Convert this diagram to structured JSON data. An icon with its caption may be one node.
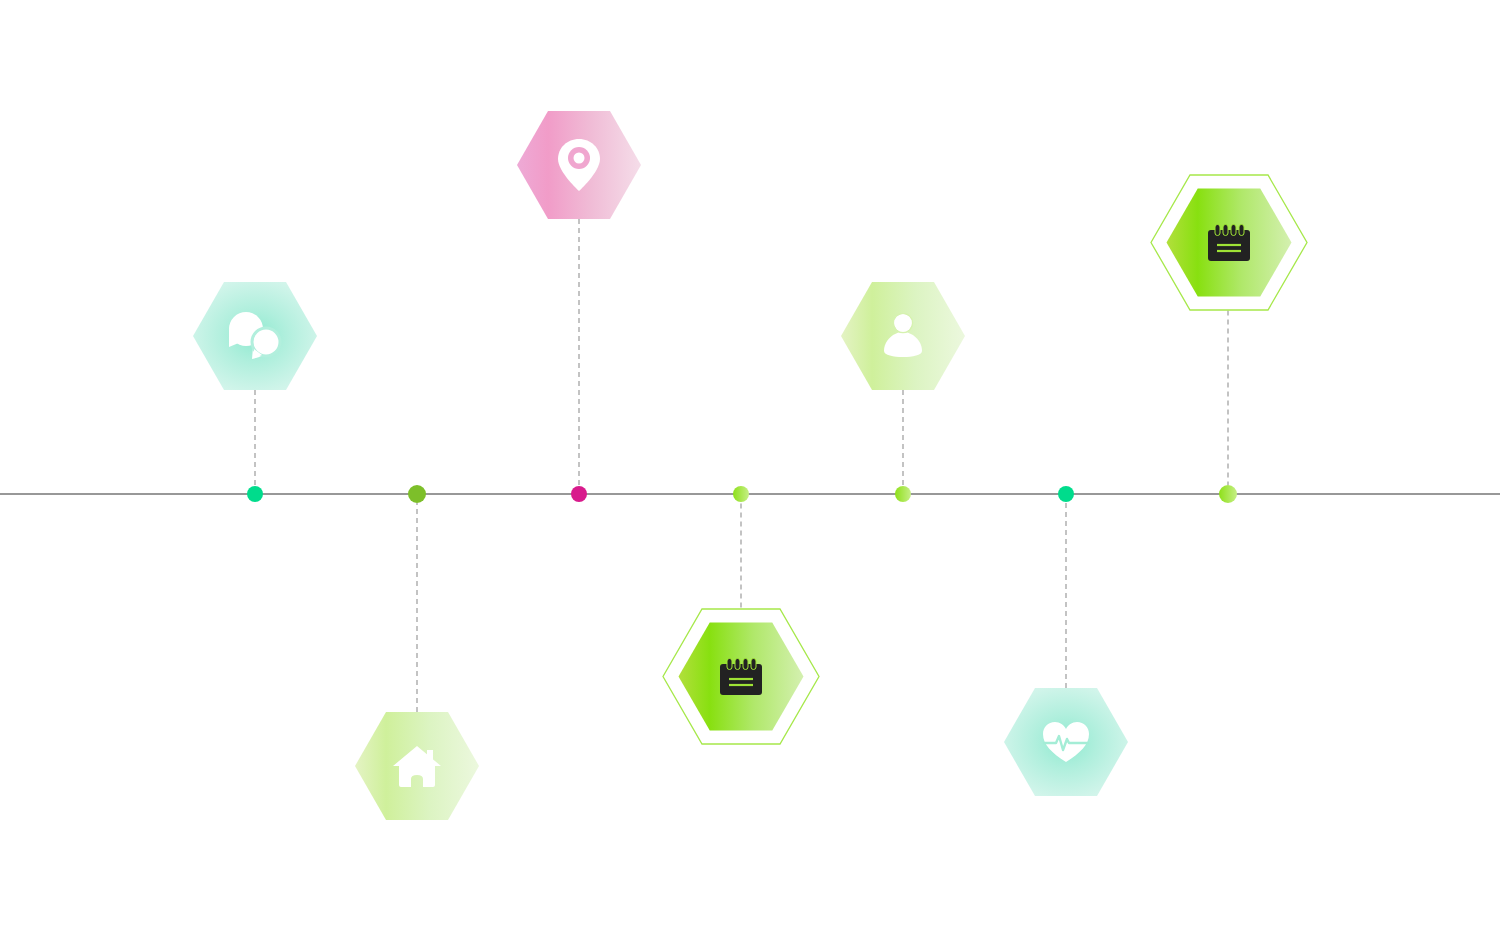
{
  "diagram": {
    "nodes": [
      {
        "text": [],
        "shape": "hexagon"
      },
      {
        "text": [],
        "shape": "circle"
      },
      {
        "text": [],
        "shape": "hexagon"
      },
      {
        "text": [],
        "shape": "circle"
      },
      {
        "text": [],
        "shape": "hexagon"
      },
      {
        "text": [],
        "shape": "circle"
      },
      {
        "text": [],
        "shape": "hexagon"
      },
      {
        "text": [],
        "shape": "circle"
      },
      {
        "text": [],
        "shape": "hexagon"
      },
      {
        "text": [],
        "shape": "circle"
      },
      {
        "text": [],
        "shape": "hexagon"
      },
      {
        "text": [],
        "shape": "circle"
      },
      {
        "text": [],
        "shape": "hexagon"
      },
      {
        "text": [],
        "shape": "circle"
      }
    ],
    "edges": [
      {
        "from": 0,
        "to": 1,
        "arrow": "none",
        "style": "dashed"
      },
      {
        "from": 2,
        "to": 3,
        "arrow": "none",
        "style": "dashed"
      },
      {
        "from": 4,
        "to": 5,
        "arrow": "none",
        "style": "dashed"
      },
      {
        "from": 6,
        "to": 7,
        "arrow": "none",
        "style": "dashed"
      },
      {
        "from": 8,
        "to": 9,
        "arrow": "none",
        "style": "dashed"
      },
      {
        "from": 10,
        "to": 11,
        "arrow": "none",
        "style": "dashed"
      },
      {
        "from": 12,
        "to": 13,
        "arrow": "none",
        "style": "dashed"
      }
    ]
  }
}
